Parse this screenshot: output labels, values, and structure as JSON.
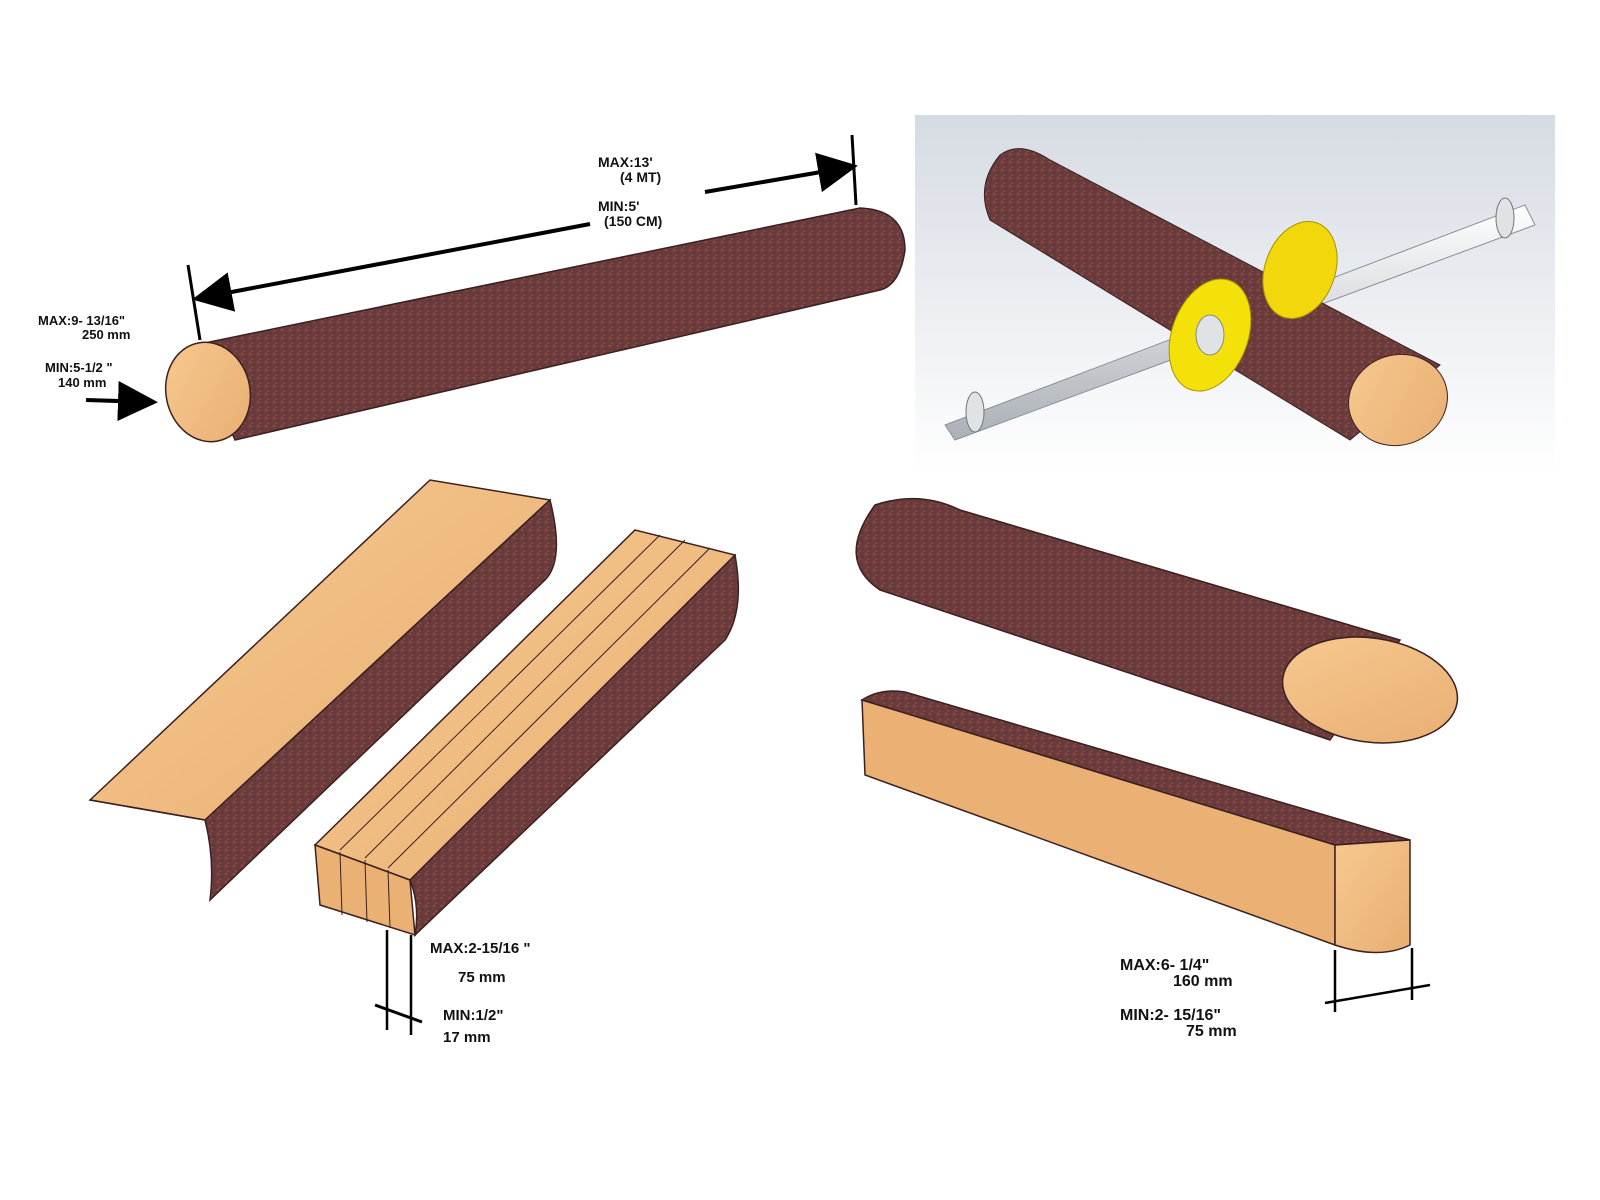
{
  "colors": {
    "bark": "#6b3a3a",
    "wood": "#f0be84",
    "wood_dark": "#d99a5e",
    "clamp": "#f5e10a",
    "shaft": "#e8ecef"
  },
  "log_length": {
    "max": "MAX:13'",
    "max_metric": "(4 MT)",
    "min": "MIN:5'",
    "min_metric": "(150 CM)"
  },
  "log_diameter": {
    "max": "MAX:9- 13/16\"",
    "max_metric": "250 mm",
    "min": "MIN:5-1/2 \"",
    "min_metric": "140 mm"
  },
  "board_thickness": {
    "max": "MAX:2-15/16 \"",
    "max_metric": "75 mm",
    "min": "MIN:1/2\"",
    "min_metric": "17 mm"
  },
  "cant_width": {
    "max": "MAX:6- 1/4\"",
    "max_metric": "160 mm",
    "min": "MIN:2- 15/16\"",
    "min_metric": "75 mm"
  }
}
